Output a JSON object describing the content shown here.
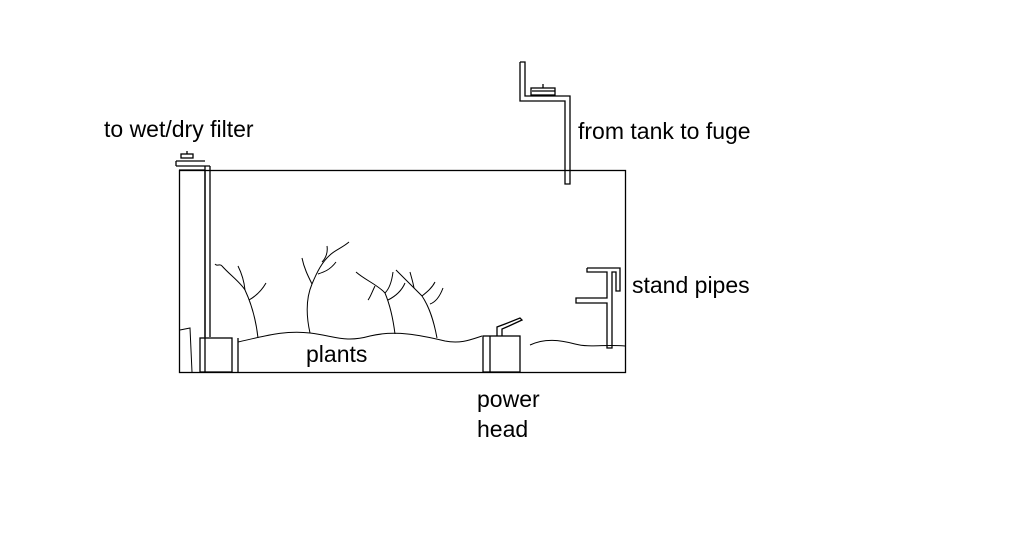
{
  "labels": {
    "to_filter": "to wet/dry filter",
    "from_tank": "from tank to fuge",
    "stand_pipes": "stand pipes",
    "plants": "plants",
    "power_line1": "power",
    "power_line2": "head"
  },
  "colors": {
    "background": "#ffffff",
    "ink": "#000000"
  }
}
